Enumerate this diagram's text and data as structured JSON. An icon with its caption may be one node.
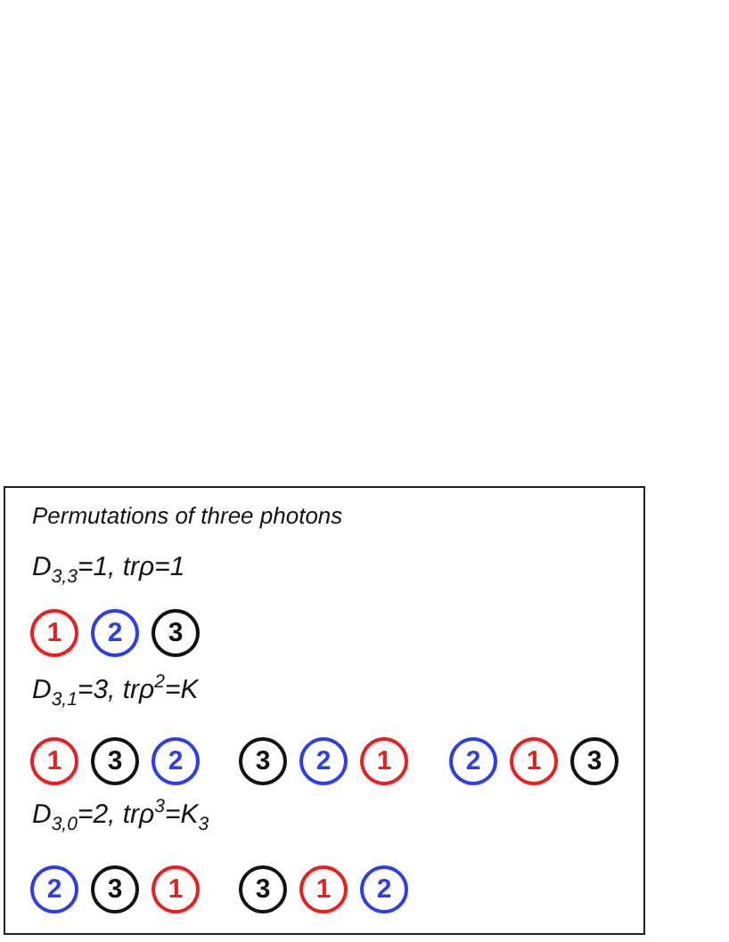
{
  "diagram": {
    "nodes": [
      {
        "text": [
          "Permutations of three photons",
          "D$_{3,3}$=1, trρ=1",
          "D$_{3,1}$=3, trρ$^{2}$=K",
          "D$_{3,0}$=2, trρ$^{3}$=K$_{3}$"
        ]
      },
      {
        "text": [
          "1"
        ],
        "in": 0
      },
      {
        "text": [
          "2"
        ],
        "in": 0
      },
      {
        "text": [
          "3"
        ],
        "in": 0
      },
      {
        "text": [
          "1"
        ],
        "in": 0
      },
      {
        "text": [
          "3"
        ],
        "in": 0
      },
      {
        "text": [
          "2"
        ],
        "in": 0
      },
      {
        "text": [
          "3"
        ],
        "in": 0
      },
      {
        "text": [
          "2"
        ],
        "in": 0
      },
      {
        "text": [
          "1"
        ],
        "in": 0
      },
      {
        "text": [
          "2"
        ],
        "in": 0
      },
      {
        "text": [
          "1"
        ],
        "in": 0
      },
      {
        "text": [
          "3"
        ],
        "in": 0
      },
      {
        "text": [
          "2"
        ],
        "in": 0
      },
      {
        "text": [
          "3"
        ],
        "in": 0
      },
      {
        "text": [
          "1"
        ],
        "in": 0
      },
      {
        "text": [
          "3"
        ],
        "in": 0
      },
      {
        "text": [
          "1"
        ],
        "in": 0
      },
      {
        "text": [
          "2"
        ],
        "in": 0
      }
    ]
  }
}
